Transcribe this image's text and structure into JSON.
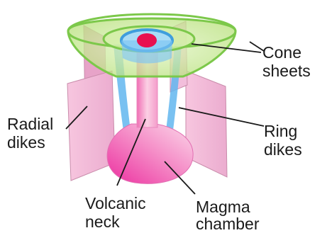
{
  "labels": {
    "cone_sheets": [
      "Cone",
      "sheets"
    ],
    "ring_dikes": [
      "Ring",
      "dikes"
    ],
    "radial_dikes": [
      "Radial",
      "dikes"
    ],
    "volcanic_neck": [
      "Volcanic",
      "neck"
    ],
    "magma_chamber": [
      "Magma",
      "chamber"
    ]
  },
  "colors": {
    "dike_pink": "#f0b8d6",
    "dike_edge": "#c98cab",
    "magma_magenta": "#ec3aa6",
    "magma_light": "#f6b9dc",
    "cone_green": "#bfe58a",
    "cone_green_edge": "#7cc84a",
    "ring_blue": "#4aa8e8",
    "vent_red": "#e8104f",
    "label_text": "#1a1a1a"
  }
}
